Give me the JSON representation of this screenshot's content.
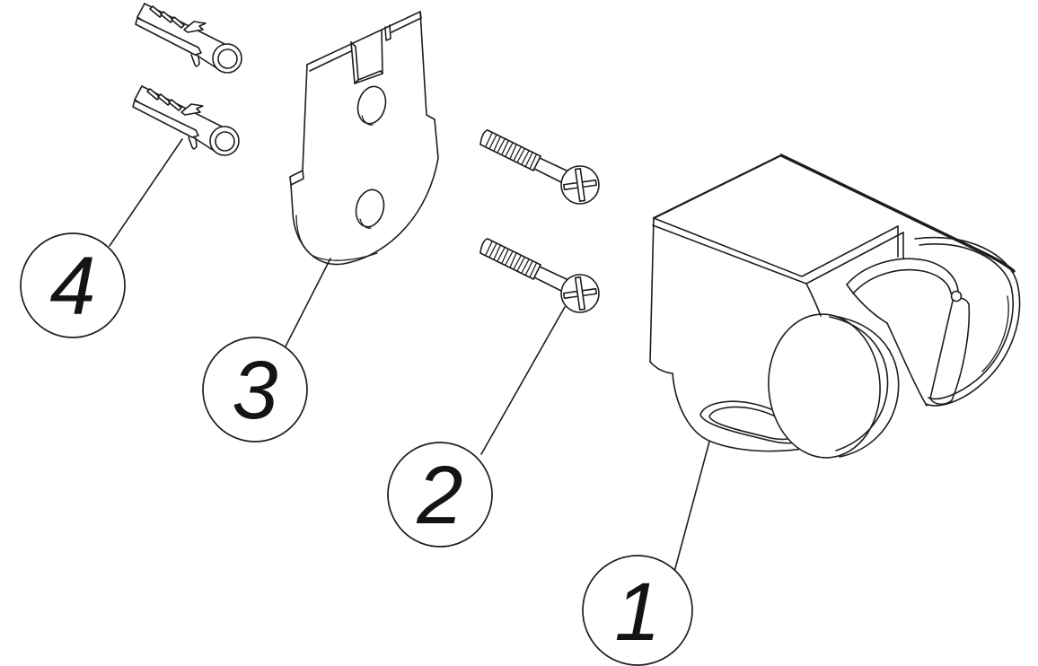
{
  "diagram": {
    "background_color": "#ffffff",
    "line_color": "#1d1d1d",
    "callouts": [
      {
        "number": "4",
        "part": "wall-anchors",
        "count_drawn": 2
      },
      {
        "number": "3",
        "part": "mounting-plate",
        "count_drawn": 1
      },
      {
        "number": "2",
        "part": "mounting-screws",
        "count_drawn": 2
      },
      {
        "number": "1",
        "part": "shower-holder-bracket",
        "count_drawn": 1
      }
    ]
  }
}
